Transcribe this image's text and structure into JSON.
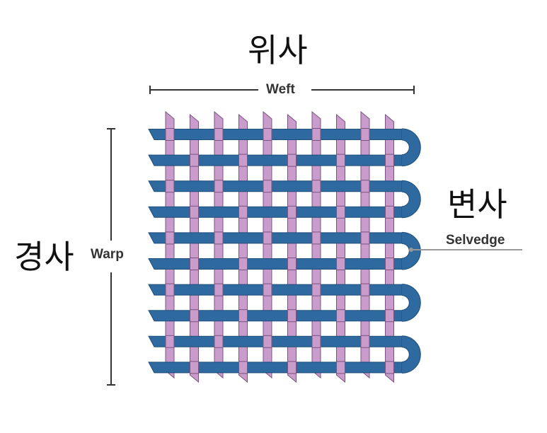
{
  "labels": {
    "weft_ko": "위사",
    "weft_en": "Weft",
    "warp_ko": "경사",
    "warp_en": "Warp",
    "selvedge_ko": "변사",
    "selvedge_en": "Selvedge"
  },
  "colors": {
    "warp_thread": "#c99ccb",
    "warp_stroke": "#7a5480",
    "weft_thread": "#2e6aa0",
    "weft_stroke": "#1f4e7a",
    "dimension_line": "#333333",
    "selvedge_line": "#999999"
  },
  "weave": {
    "warp_count": 10,
    "weft_count": 10,
    "pattern": "plain weave"
  }
}
